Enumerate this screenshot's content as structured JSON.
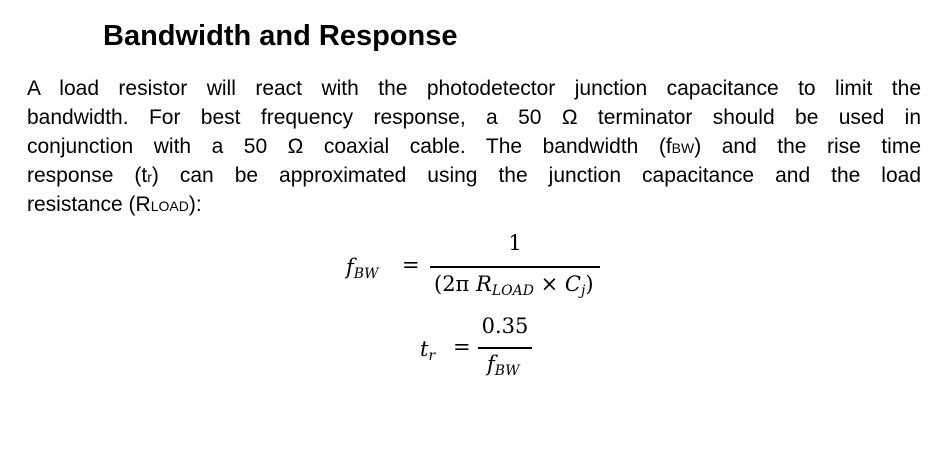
{
  "heading": "Bandwidth and Response",
  "paragraph": {
    "l1": "A load resistor will react with the photodetector junction capacitance to limit the",
    "l2": "bandwidth. For best frequency response, a 50 Ω terminator should be used in",
    "l3a": "conjunction with a 50 Ω coaxial cable. The bandwidth (f",
    "l3sub": "BW",
    "l3b": ") and the rise time",
    "l4a": "response (t",
    "l4sub": "r",
    "l4b": ") can be approximated using the junction capacitance and the load",
    "l5a": "resistance (R",
    "l5sub": "LOAD",
    "l5b": "):"
  },
  "equations": {
    "bw": {
      "lhs": "f",
      "lhs_sub": "BW",
      "eq": "=",
      "numerator": "1",
      "den_open": "(2π ",
      "den_R": "R",
      "den_R_sub": "LOAD",
      "den_times": " × ",
      "den_C": "C",
      "den_C_sub": "j",
      "den_close": ")"
    },
    "tr": {
      "lhs": "t",
      "lhs_sub": "r",
      "eq": "=",
      "numerator": "0.35",
      "den": "f",
      "den_sub": "BW"
    }
  }
}
